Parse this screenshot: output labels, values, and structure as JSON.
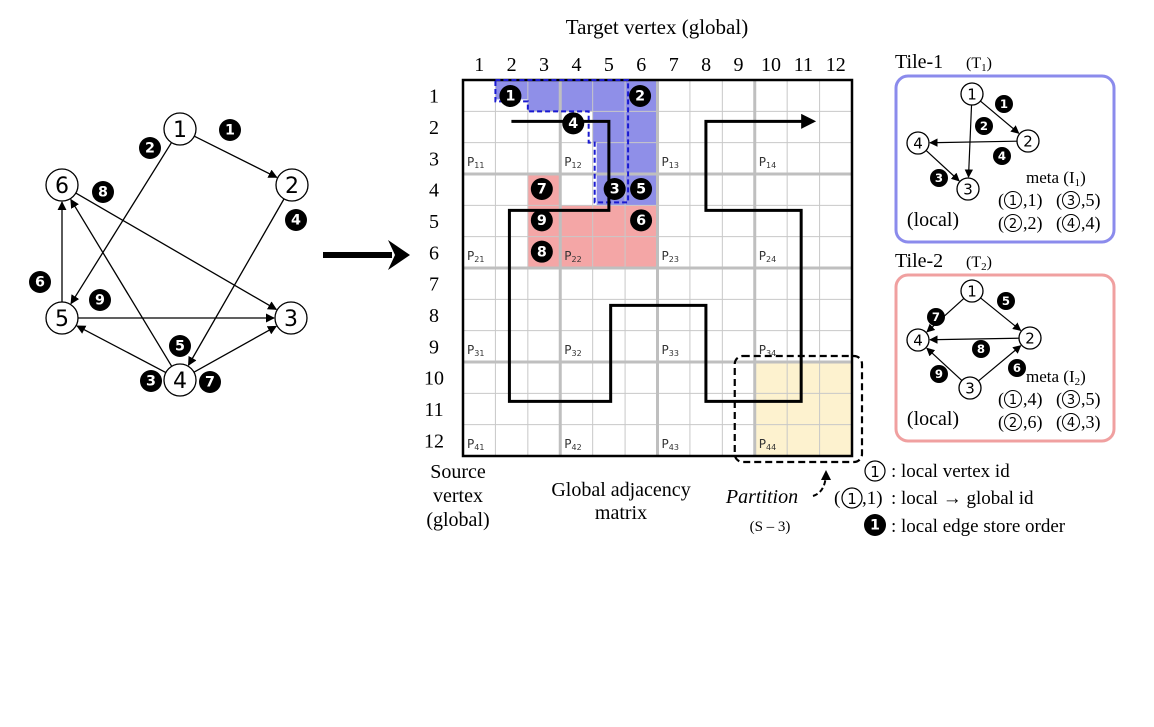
{
  "matrix": {
    "top_title": "Target vertex (global)",
    "col_labels": [
      "1",
      "2",
      "3",
      "4",
      "5",
      "6",
      "7",
      "8",
      "9",
      "10",
      "11",
      "12"
    ],
    "row_labels": [
      "1",
      "2",
      "3",
      "4",
      "5",
      "6",
      "7",
      "8",
      "9",
      "10",
      "11",
      "12"
    ],
    "partition_labels": [
      "P11",
      "P12",
      "P13",
      "P14",
      "P21",
      "P22",
      "P23",
      "P24",
      "P31",
      "P32",
      "P33",
      "P34",
      "P41",
      "P42",
      "P43",
      "P44"
    ],
    "source_label": [
      "Source",
      "vertex",
      "(global)"
    ],
    "caption": [
      "Global adjacency",
      "matrix"
    ],
    "partition_note": "Partition",
    "partition_note_sub": "(S – 3)",
    "tile1_edges": [
      "1",
      "2",
      "3",
      "4"
    ],
    "tile2_edges": [
      "5",
      "6",
      "7",
      "8",
      "9"
    ]
  },
  "input_graph": {
    "vertices": [
      "1",
      "2",
      "3",
      "4",
      "5",
      "6"
    ],
    "edges": [
      "1",
      "2",
      "3",
      "4",
      "5",
      "6",
      "7",
      "8",
      "9"
    ]
  },
  "tile1": {
    "title": "Tile-1",
    "title_sub": "(T",
    "title_sub_idx": "1",
    "vertices": [
      "1",
      "2",
      "3",
      "4"
    ],
    "edges": [
      "1",
      "2",
      "3",
      "4"
    ],
    "meta_title": "meta (I",
    "meta_idx": "1",
    "meta_pairs": [
      [
        "1",
        "1"
      ],
      [
        "3",
        "5"
      ],
      [
        "2",
        "2"
      ],
      [
        "4",
        "4"
      ]
    ],
    "local_label": "(local)"
  },
  "tile2": {
    "title": "Tile-2",
    "title_sub": "(T",
    "title_sub_idx": "2",
    "vertices": [
      "1",
      "2",
      "3",
      "4"
    ],
    "edges": [
      "5",
      "6",
      "7",
      "8",
      "9"
    ],
    "meta_title": "meta (I",
    "meta_idx": "2",
    "meta_pairs": [
      [
        "1",
        "4"
      ],
      [
        "3",
        "5"
      ],
      [
        "2",
        "6"
      ],
      [
        "4",
        "3"
      ]
    ],
    "local_label": "(local)"
  },
  "legend": {
    "items": [
      {
        "symbol": "1",
        "text": ": local vertex id"
      },
      {
        "symbol": "1",
        "text": ": local → global id",
        "pair_value": "1"
      },
      {
        "symbol": "1",
        "text": ": local edge store order"
      }
    ]
  },
  "colors": {
    "tile1_fill": "#8f8fe8",
    "tile1_border": "#8b8bec",
    "tile2_fill": "#f4a6a6",
    "tile2_border": "#f0a0a0",
    "partition_fill": "#fdf2cf",
    "grid_line": "#c8c8c8",
    "tile_dashed": "#1a1ad0"
  }
}
